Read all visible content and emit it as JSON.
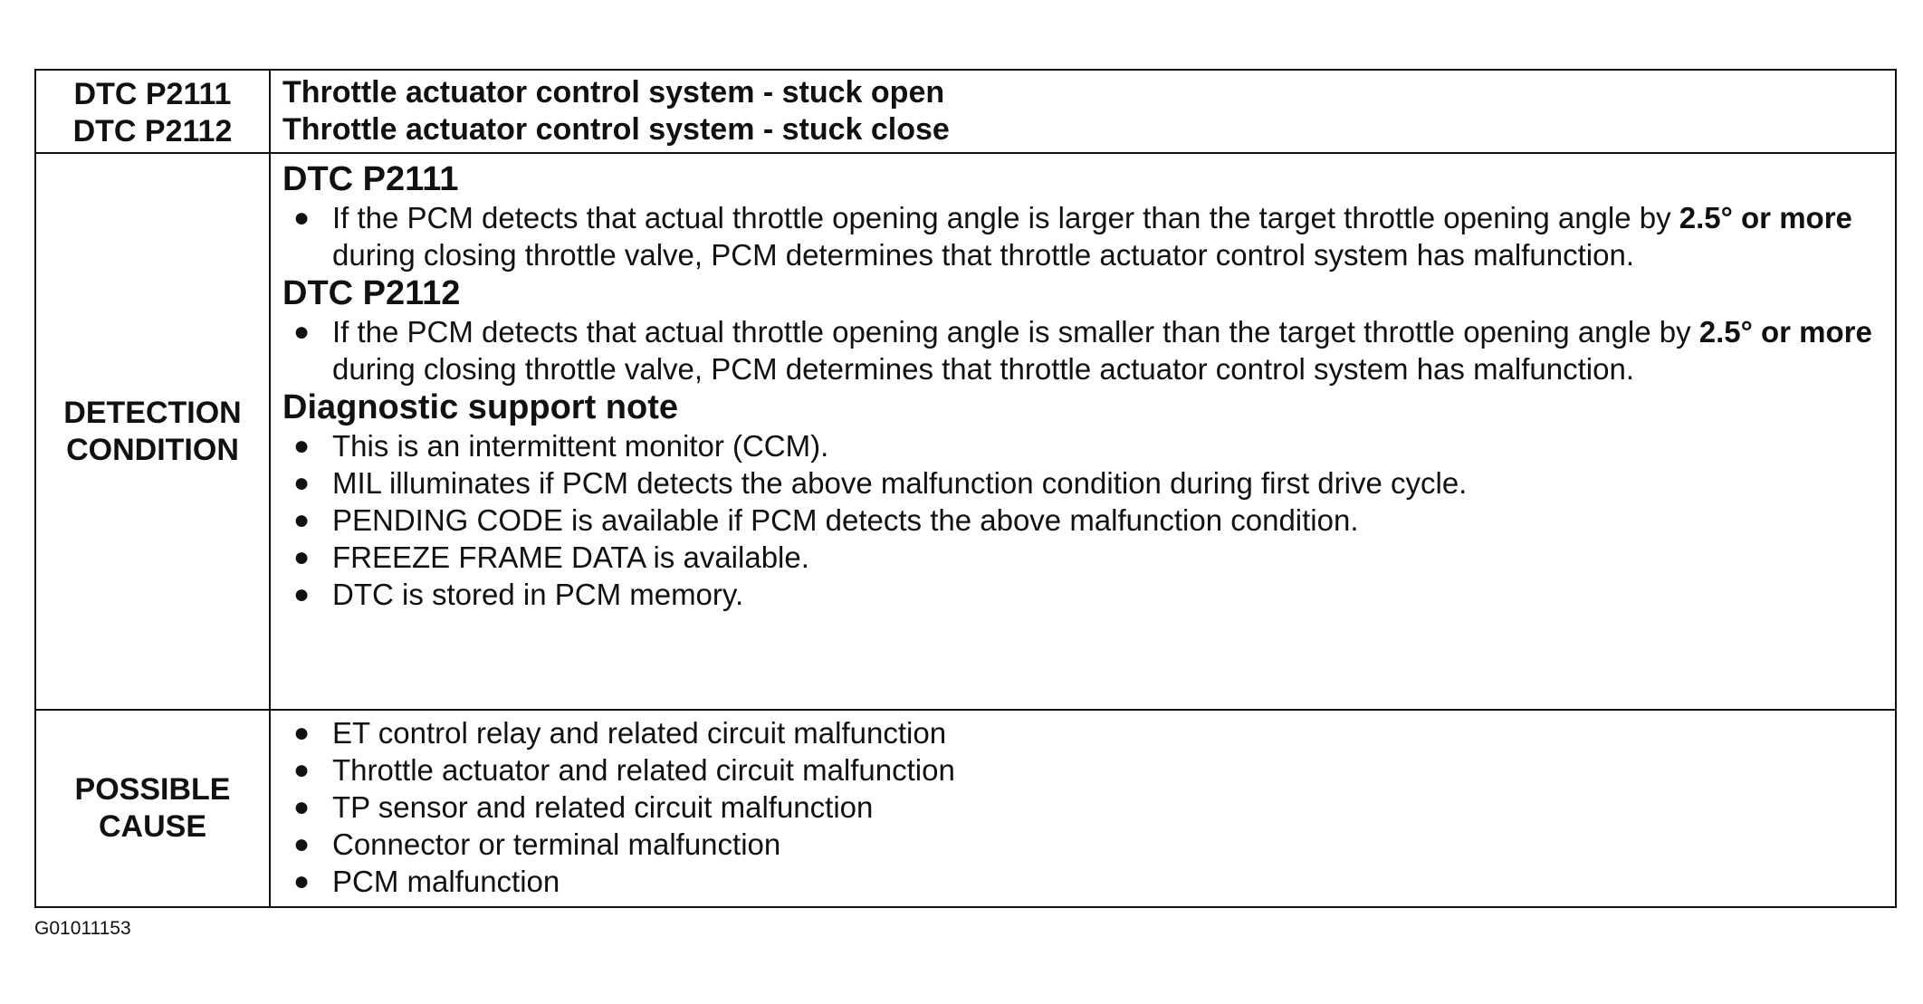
{
  "header": {
    "codes": [
      "DTC P2111",
      "DTC P2112"
    ],
    "descriptions": [
      "Throttle actuator control system - stuck open",
      "Throttle actuator control system - stuck close"
    ]
  },
  "detection": {
    "label_line1": "DETECTION",
    "label_line2": "CONDITION",
    "p2111_heading": "DTC P2111",
    "p2111_text_a": "If the PCM detects that actual throttle opening angle is larger than the target throttle opening angle by ",
    "p2111_text_b": "2.5° or more",
    "p2111_text_c": " during closing throttle valve, PCM determines that throttle actuator control system has malfunction.",
    "p2112_heading": "DTC P2112",
    "p2112_text_a": "If the PCM detects that actual throttle opening angle is smaller than the target throttle opening angle by ",
    "p2112_text_b": "2.5° or more",
    "p2112_text_c": " during closing throttle valve, PCM determines that throttle actuator control system has malfunction.",
    "support_heading": "Diagnostic support note",
    "support_notes": [
      "This is an intermittent monitor (CCM).",
      "MIL illuminates if PCM detects the above malfunction condition during first drive cycle.",
      "PENDING CODE is available if PCM detects the above malfunction condition.",
      "FREEZE FRAME DATA is available.",
      "DTC is stored in PCM memory."
    ]
  },
  "causes": {
    "label_line1": "POSSIBLE",
    "label_line2": "CAUSE",
    "items": [
      "ET control relay and related circuit malfunction",
      "Throttle actuator and related circuit malfunction",
      "TP sensor and related circuit malfunction",
      "Connector or terminal malfunction",
      "PCM malfunction"
    ]
  },
  "figure_id": "G01011153"
}
